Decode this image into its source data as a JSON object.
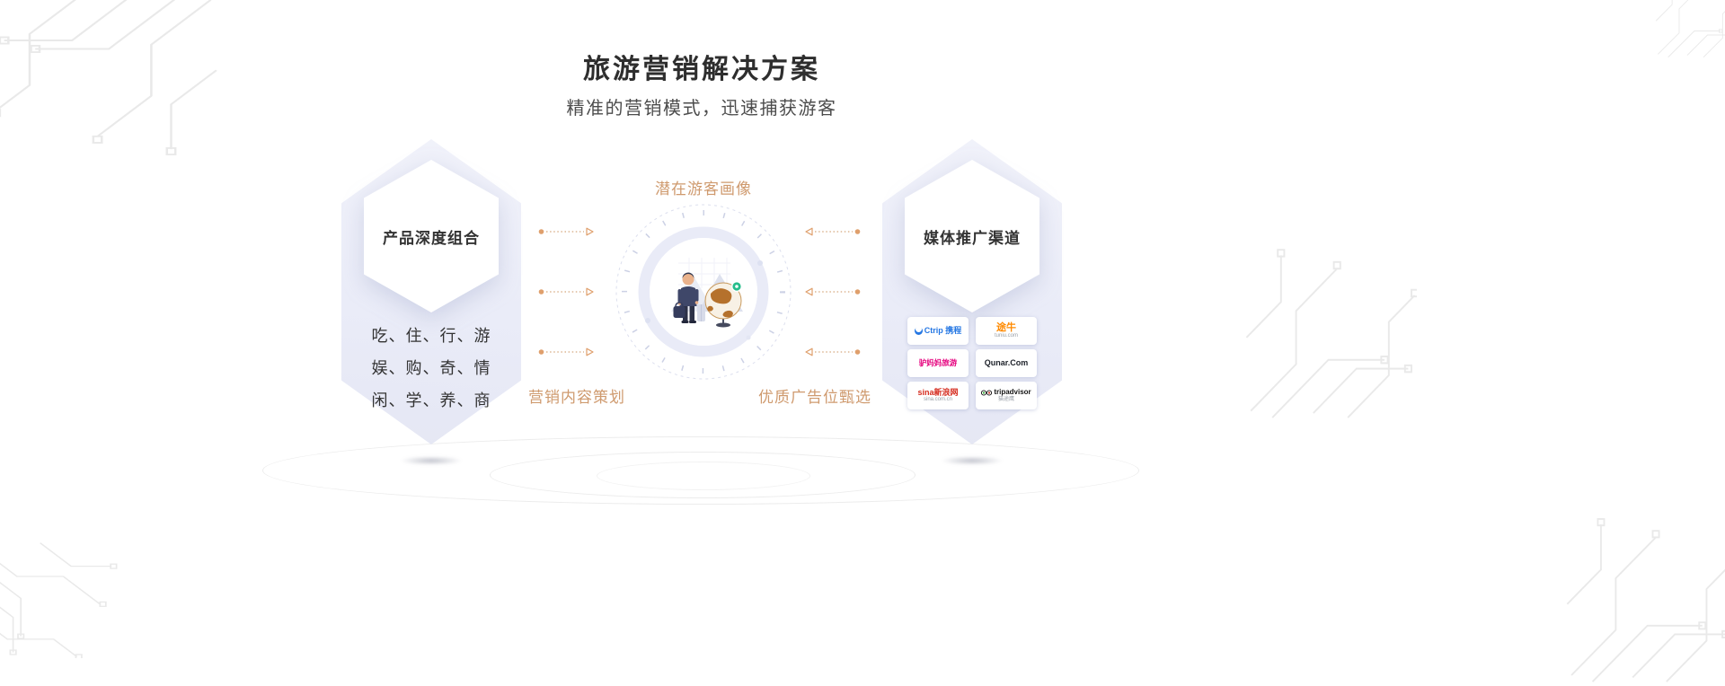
{
  "header": {
    "title": "旅游营销解决方案",
    "subtitle": "精准的营销模式，迅速捕获游客"
  },
  "left_card": {
    "title": "产品深度组合",
    "lines": [
      "吃、住、行、游",
      "娱、购、奇、情",
      "闲、学、养、商"
    ]
  },
  "center": {
    "top_label": "潜在游客画像",
    "bottom_left_label": "营销内容策划",
    "bottom_right_label": "优质广告位甄选"
  },
  "right_card": {
    "title": "媒体推广渠道",
    "logos": [
      {
        "name": "ctrip",
        "main": "Ctrip 携程",
        "sub": ""
      },
      {
        "name": "tuniu",
        "main": "途牛",
        "sub": "tuniu.com"
      },
      {
        "name": "lvmama",
        "main": "驴妈妈旅游",
        "sub": ""
      },
      {
        "name": "qunar",
        "main": "Qunar.Com",
        "sub": ""
      },
      {
        "name": "sina",
        "main": "sina新浪网",
        "sub": "sina.com.cn"
      },
      {
        "name": "tripadvisor",
        "main": "tripadvisor",
        "sub": "猫途鹰"
      }
    ]
  },
  "colors": {
    "accent_orange": "#cf9a6e",
    "hex_card_fill": "#eaecf8",
    "title_text": "#2e2e2e",
    "body_text": "#333333",
    "ctrip_blue": "#2577e3",
    "tuniu_orange": "#ff8a00",
    "lvmama_pink": "#e5007d",
    "qunar_dark": "#20242c",
    "sina_red": "#d52b1e",
    "tripadvisor_black": "#141414",
    "pin_green": "#26bd8b",
    "ring_gray": "#ececec"
  }
}
